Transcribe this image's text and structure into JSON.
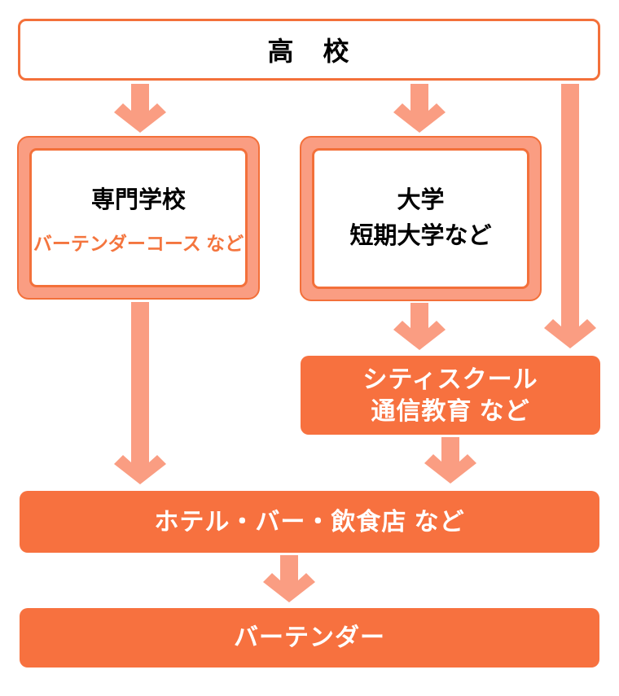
{
  "palette": {
    "orange_solid": "#f7713f",
    "orange_border": "#f3703a",
    "salmon": "#fa9d82",
    "subtitle_orange": "#f4753e",
    "text_black": "#000000",
    "text_white": "#ffffff"
  },
  "diagram": {
    "nodes": {
      "high_school": {
        "label": "高　校"
      },
      "vocational": {
        "title": "専門学校",
        "subtitle": "バーテンダーコース など"
      },
      "university": {
        "line1": "大学",
        "line2": "短期大学など"
      },
      "city_school": {
        "line1": "シティスクール",
        "line2": "通信教育 など"
      },
      "workplace": {
        "label": "ホテル・バー・飲食店 など"
      },
      "bartender": {
        "label": "バーテンダー"
      }
    },
    "edges": [
      {
        "from": "high_school",
        "to": "vocational"
      },
      {
        "from": "high_school",
        "to": "university"
      },
      {
        "from": "high_school",
        "to": "city_school"
      },
      {
        "from": "university",
        "to": "city_school"
      },
      {
        "from": "vocational",
        "to": "workplace"
      },
      {
        "from": "city_school",
        "to": "workplace"
      },
      {
        "from": "workplace",
        "to": "bartender"
      }
    ]
  }
}
